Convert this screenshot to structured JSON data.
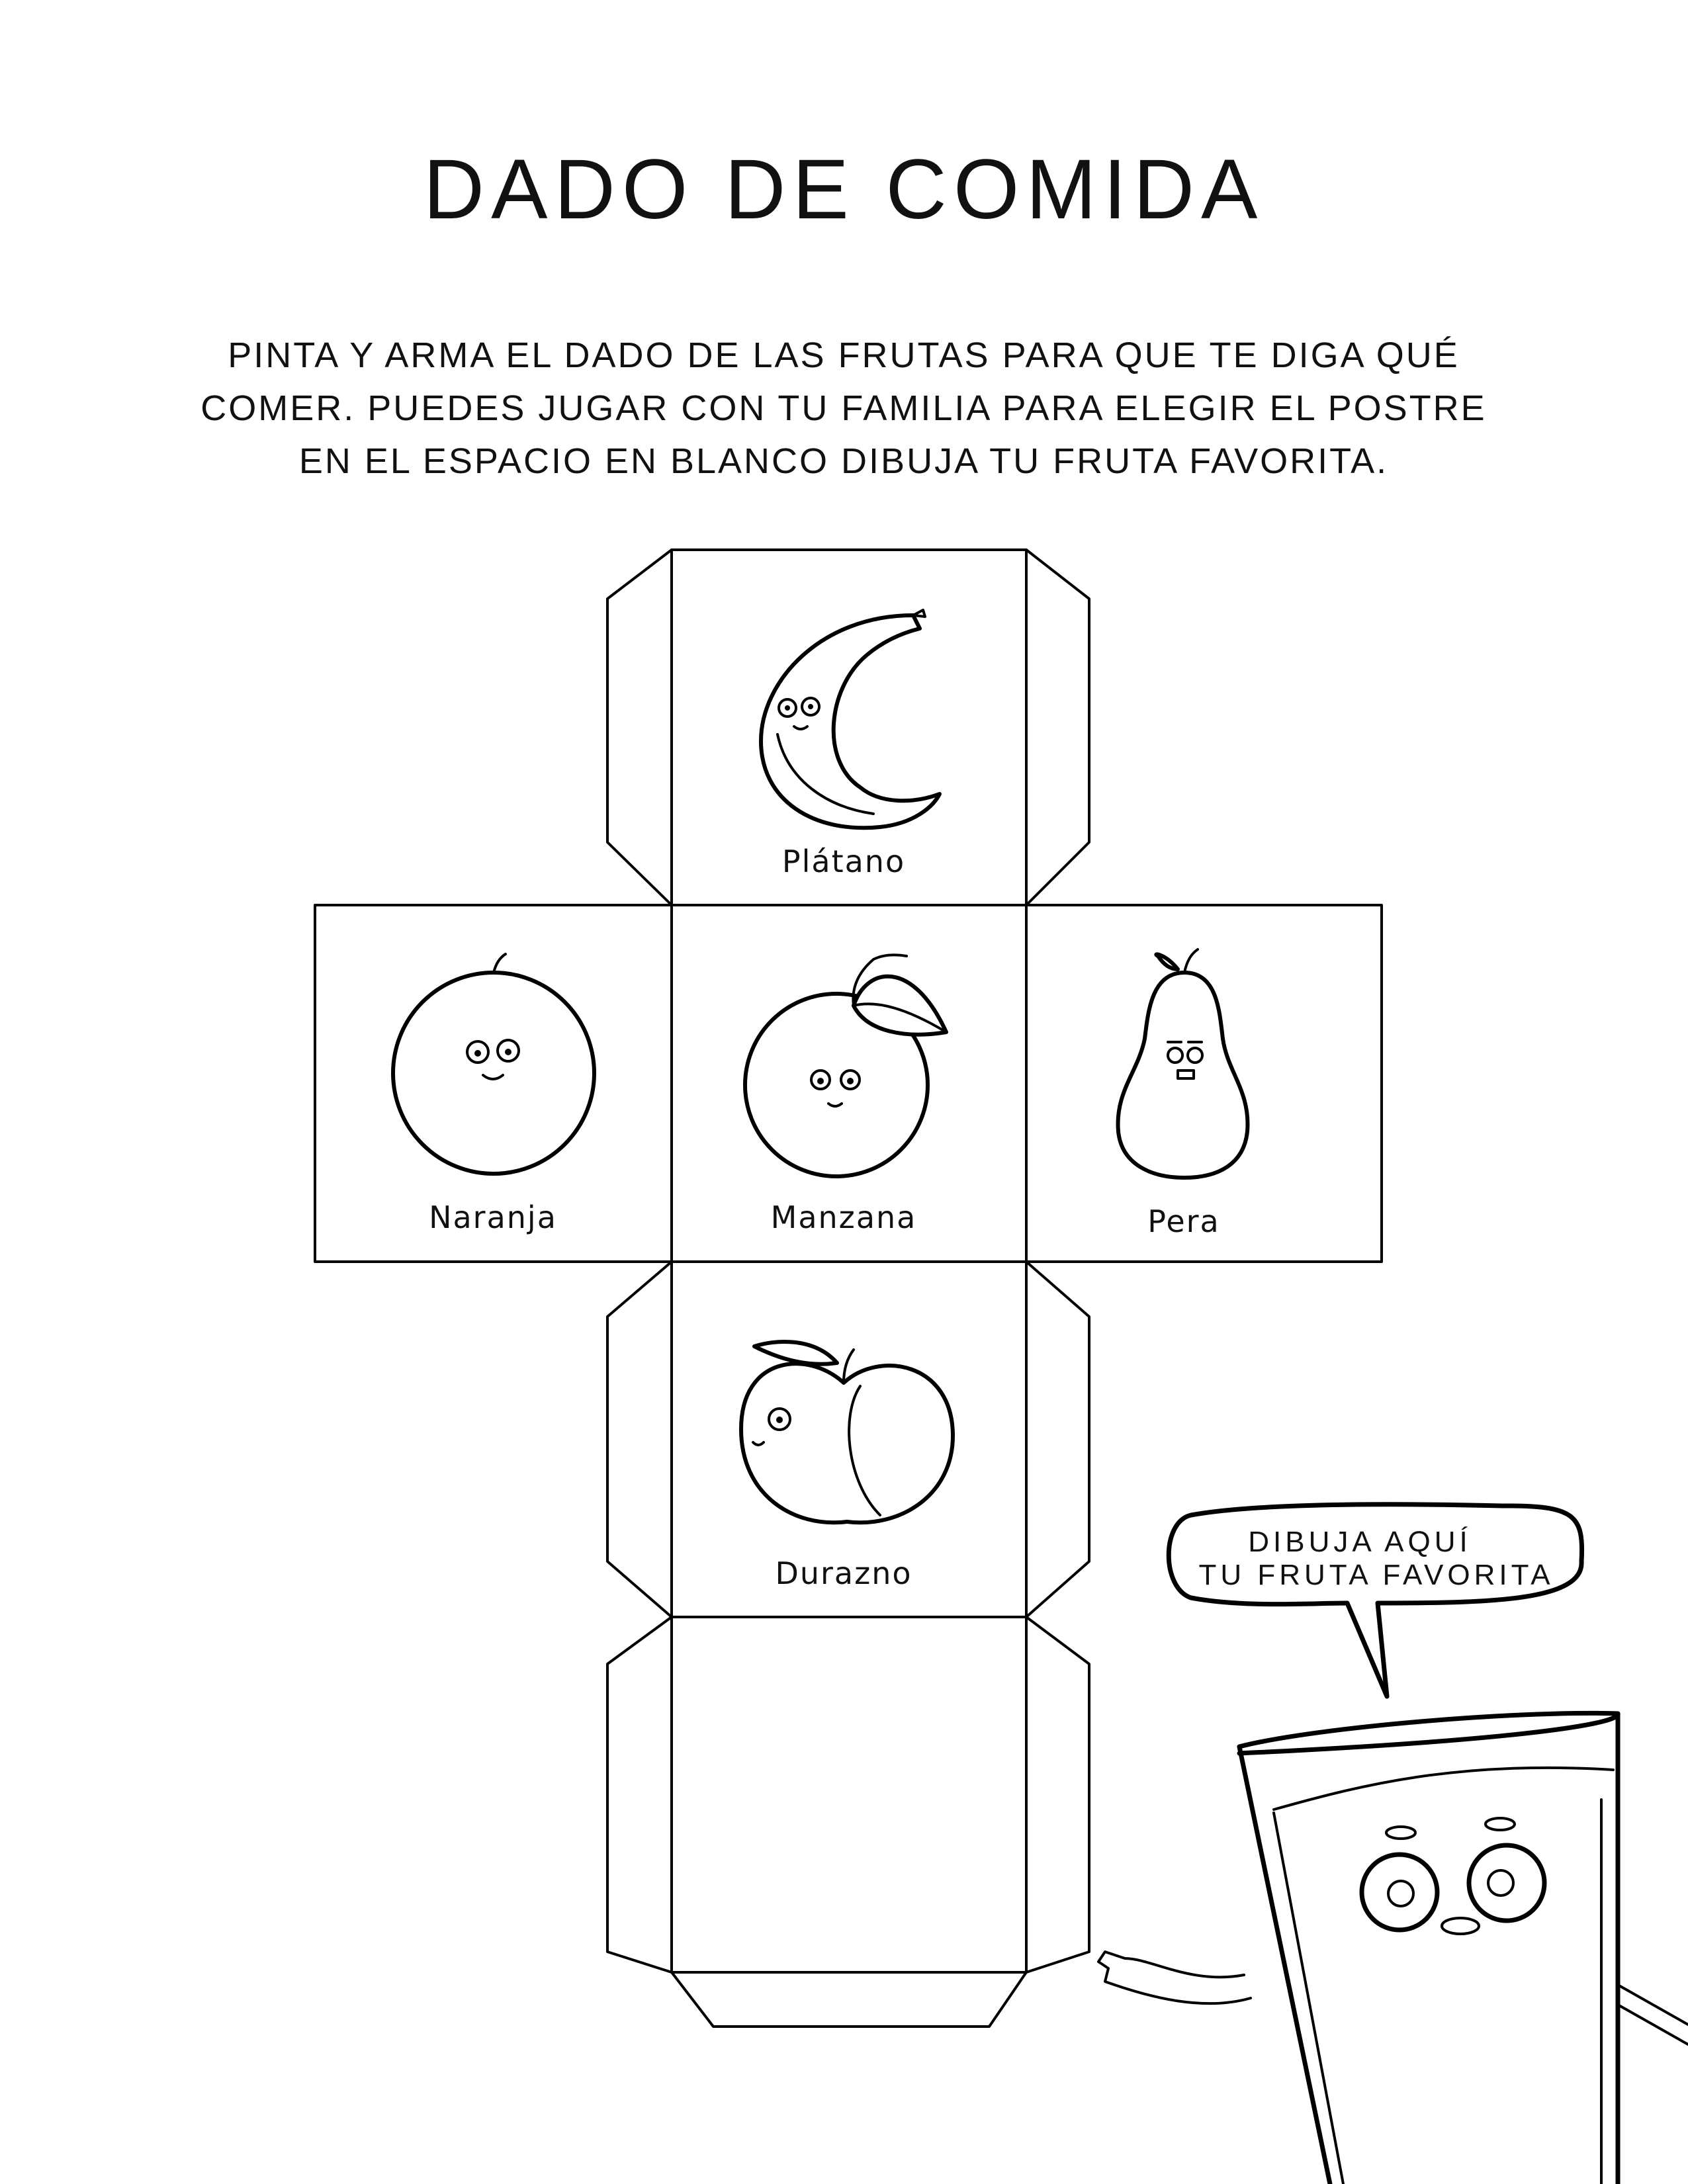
{
  "title": "DADO DE COMIDA",
  "instructions": [
    "PINTA Y ARMA EL DADO DE LAS FRUTAS PARA QUE TE DIGA QUÉ",
    "COMER. PUEDES JUGAR CON TU FAMILIA PARA ELEGIR EL POSTRE",
    "EN EL ESPACIO EN BLANCO DIBUJA TU FRUTA FAVORITA."
  ],
  "faces": {
    "top": {
      "label": "Plátano",
      "icon": "banana-icon"
    },
    "left": {
      "label": "Naranja",
      "icon": "orange-icon"
    },
    "center": {
      "label": "Manzana",
      "icon": "apple-icon"
    },
    "right": {
      "label": "Pera",
      "icon": "pear-icon"
    },
    "lower": {
      "label": "Durazno",
      "icon": "peach-icon"
    },
    "bottom": {
      "label": "",
      "icon": "blank-face"
    }
  },
  "speech_bubble": {
    "line1": "DIBUJA AQUÍ",
    "line2": "TU FRUTA FAVORITA"
  }
}
